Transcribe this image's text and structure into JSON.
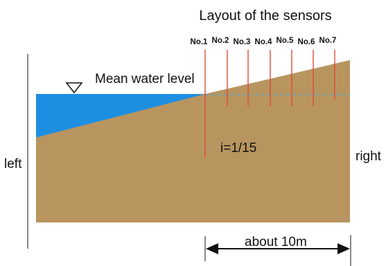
{
  "title": "Layout of the sensors",
  "labels": {
    "mean_water_level": "Mean water level",
    "slope": "i=1/15",
    "left": "left",
    "right": "right",
    "distance": "about 10m"
  },
  "sensors": [
    "No.1",
    "No.2",
    "No.3",
    "No.4",
    "No.5",
    "No.6",
    "No.7"
  ],
  "colors": {
    "sediment": "#B8955F",
    "water": "#1E8FE0",
    "sensor_line": "#E04A3A",
    "water_level_dash": "#4FA6D8",
    "outline": "#111111"
  },
  "icons": {
    "water_level_marker": "inverted-triangle-icon",
    "distance_arrow": "double-headed-arrow-icon"
  }
}
